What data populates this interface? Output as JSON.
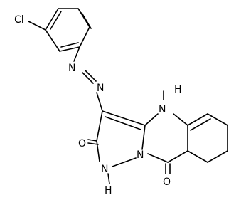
{
  "structure": {
    "atom_labels": {
      "chlorine": "Cl",
      "azo_n1": "N",
      "azo_n2": "N",
      "ring_nh_n": "N",
      "ring_nh_h": "H",
      "bridge_n": "N",
      "pyrazole_nh_n": "N",
      "pyrazole_nh_h": "H",
      "carbonyl_o_left": "O",
      "carbonyl_o_right": "O"
    }
  }
}
